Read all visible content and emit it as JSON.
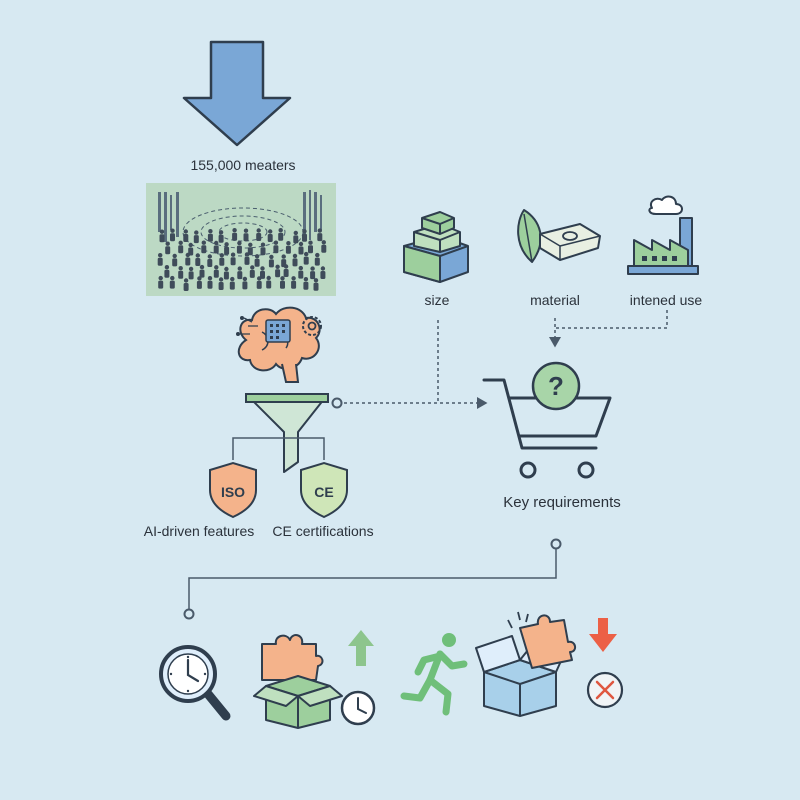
{
  "diagram": {
    "visitor_count": "155,000 meaters",
    "features": {
      "iso_badge": "ISO",
      "ce_badge": "CE",
      "ai_label": "AI-driven features",
      "ce_label": "CE certifications"
    },
    "attributes": {
      "size": "size",
      "material": "material",
      "intended_use": "intened use"
    },
    "cart": {
      "question_mark": "?",
      "label": "Key requirements"
    },
    "colors": {
      "background": "#d7e9f2",
      "arrow_blue": "#7aa7d6",
      "green": "#9dcf9d",
      "orange": "#f4b38b",
      "red": "#e8604c",
      "outline": "#2f3e4e"
    }
  }
}
